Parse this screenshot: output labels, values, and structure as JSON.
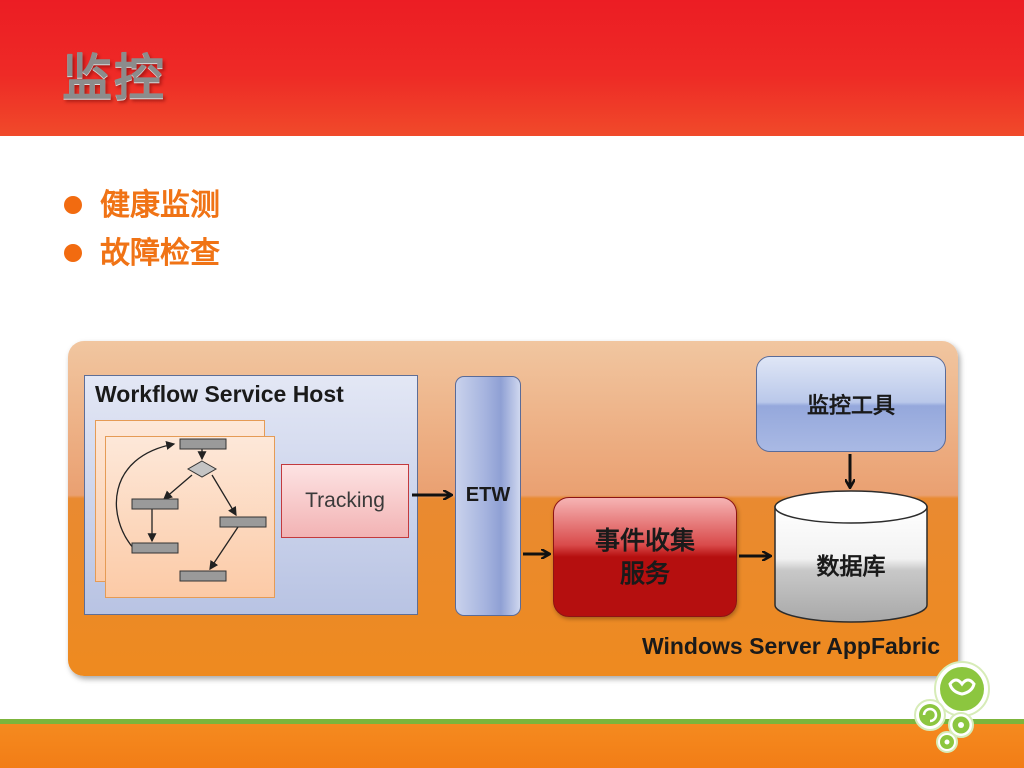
{
  "slide": {
    "title": "监控",
    "bullets": [
      {
        "text": "健康监测"
      },
      {
        "text": "故障检查"
      }
    ]
  },
  "diagram": {
    "host_title": "Workflow Service Host",
    "tracking_label": "Tracking",
    "etw_label": "ETW",
    "event_service_line1": "事件收集",
    "event_service_line2": "服务",
    "monitor_tool_label": "监控工具",
    "database_label": "数据库",
    "platform_label": "Windows Server AppFabric",
    "arrows": [
      {
        "from": "tracking",
        "to": "etw"
      },
      {
        "from": "etw",
        "to": "event-service"
      },
      {
        "from": "event-service",
        "to": "database"
      },
      {
        "from": "monitor-tool",
        "to": "database"
      }
    ]
  },
  "colors": {
    "header_red": "#ec1d24",
    "bullet_orange": "#f07315",
    "panel_orange": "#ee8a1f",
    "host_blue": "#b8c3e3",
    "service_red": "#b50f0f",
    "footer_green": "#7cb53c",
    "footer_orange": "#f27d16"
  },
  "icons": {
    "bullet": "filled-circle",
    "logo": "green-circles-logo"
  }
}
